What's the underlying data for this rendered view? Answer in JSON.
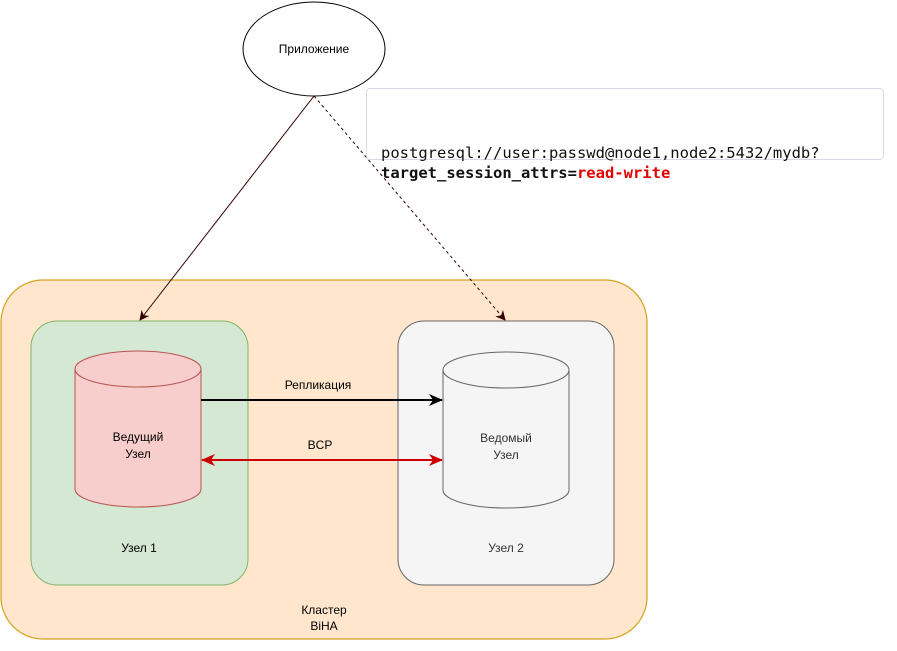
{
  "diagram": {
    "app_node": {
      "label": "Приложение"
    },
    "connection_string": {
      "line1": "postgresql://user:passwd@node1,node2:5432/mydb?",
      "param_name": "target_session_attrs=",
      "param_value": "read-write"
    },
    "cluster": {
      "label_line1": "Кластер",
      "label_line2": "BiHA",
      "fill": "#ffe6cc",
      "stroke": "#d6a11c"
    },
    "node1": {
      "label": "Узел 1",
      "fill": "#d5e8d4",
      "stroke": "#82b366",
      "db": {
        "label_line1": "Ведущий",
        "label_line2": "Узел",
        "fill": "#f8cecc",
        "stroke": "#b85450"
      }
    },
    "node2": {
      "label": "Узел 2",
      "fill": "#f5f5f5",
      "stroke": "#666666",
      "db": {
        "label_line1": "Ведомый",
        "label_line2": "Узел",
        "fill": "#f5f5f5",
        "stroke": "#666666"
      }
    },
    "edges": {
      "replication": {
        "label": "Репликация",
        "color": "#000000"
      },
      "bcp": {
        "label": "BCP",
        "color": "#cc0000"
      },
      "app_to_node1": {
        "color": "#330000",
        "style": "solid"
      },
      "app_to_node2": {
        "color": "#330000",
        "style": "dashed"
      }
    }
  }
}
